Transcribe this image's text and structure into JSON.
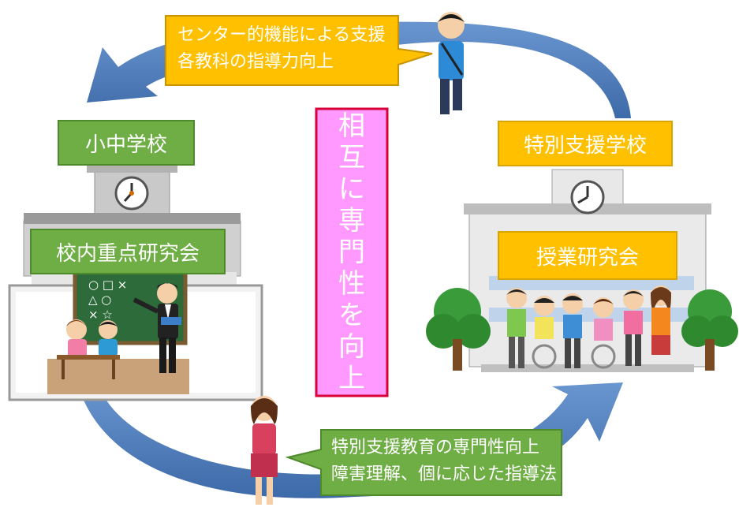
{
  "top_callout": {
    "line1": "センター的機能による支援",
    "line2": "各教科の指導力向上"
  },
  "bottom_callout": {
    "line1": "特別支援教育の専門性向上",
    "line2": "障害理解、個に応じた指導法"
  },
  "left_school_label": "小中学校",
  "left_meeting_label": "校内重点研究会",
  "right_school_label": "特別支援学校",
  "right_meeting_label": "授業研究会",
  "center_text_chars": [
    "相",
    "互",
    "に",
    "専",
    "門",
    "性",
    "を",
    "向",
    "上"
  ],
  "blackboard_symbols": [
    "○ □ ×",
    "△ ○",
    "× ☆"
  ],
  "colors": {
    "arrow_blue": "#4f81bd",
    "label_green": "#6fae45",
    "label_yellow": "#ffc000",
    "center_box_pink": "#ff99ff",
    "center_box_border": "#d9003a"
  },
  "icons": [
    "clock-icon",
    "teacher-figure",
    "student-figures",
    "walking-man-figure",
    "walking-woman-figure",
    "tree-icon",
    "wheelchair-children-figure"
  ]
}
